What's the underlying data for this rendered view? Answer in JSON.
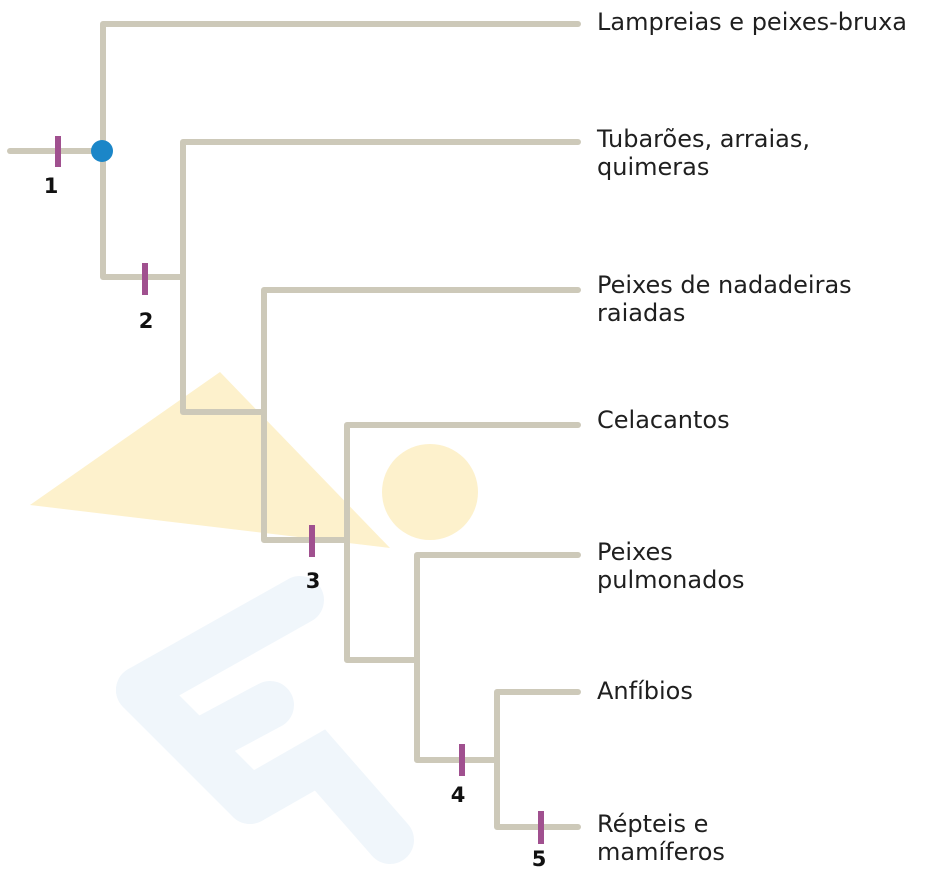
{
  "taxa": {
    "t1": {
      "line1": "Lampreias e peixes-bruxa",
      "line2": ""
    },
    "t2": {
      "line1": "Tubarões, arraias,",
      "line2": "quimeras"
    },
    "t3": {
      "line1": "Peixes de nadadeiras",
      "line2": "raiadas"
    },
    "t4": {
      "line1": "Celacantos",
      "line2": ""
    },
    "t5": {
      "line1": "Peixes",
      "line2": "pulmonados"
    },
    "t6": {
      "line1": "Anfíbios",
      "line2": ""
    },
    "t7": {
      "line1": "Répteis e",
      "line2": "mamíferos"
    }
  },
  "markers": [
    "1",
    "2",
    "3",
    "4",
    "5"
  ],
  "colors": {
    "branch": "#cdc9b9",
    "marker": "#a0508f",
    "root_node": "#1b86c8",
    "watermark_yellow": "#fdf1cc",
    "watermark_blue": "#eaf3fa"
  }
}
